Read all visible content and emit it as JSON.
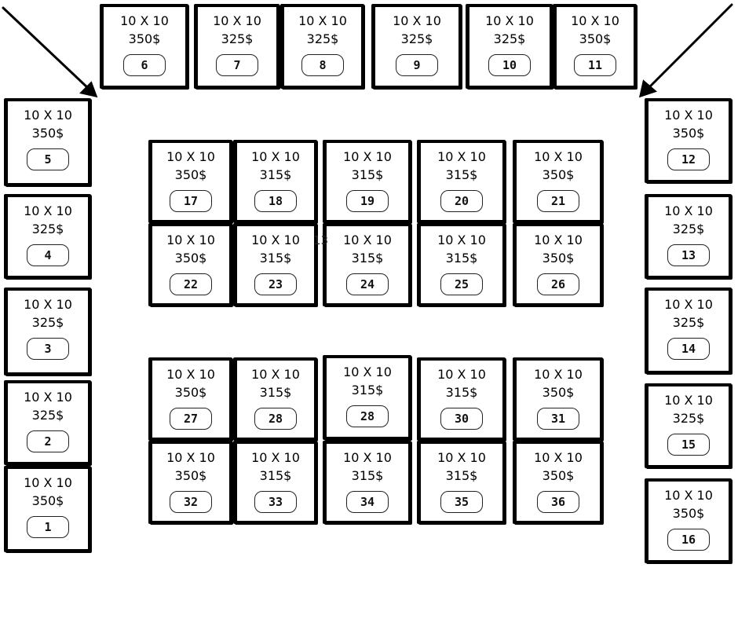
{
  "booth_size": "10 X 10",
  "booths": [
    {
      "number": "1",
      "price": "350$"
    },
    {
      "number": "2",
      "price": "325$"
    },
    {
      "number": "3",
      "price": "325$"
    },
    {
      "number": "4",
      "price": "325$"
    },
    {
      "number": "5",
      "price": "350$"
    },
    {
      "number": "6",
      "price": "350$"
    },
    {
      "number": "7",
      "price": "325$"
    },
    {
      "number": "8",
      "price": "325$"
    },
    {
      "number": "9",
      "price": "325$"
    },
    {
      "number": "10",
      "price": "325$"
    },
    {
      "number": "11",
      "price": "350$"
    },
    {
      "number": "12",
      "price": "350$"
    },
    {
      "number": "13",
      "price": "325$"
    },
    {
      "number": "14",
      "price": "325$"
    },
    {
      "number": "15",
      "price": "325$"
    },
    {
      "number": "16",
      "price": "350$"
    },
    {
      "number": "17",
      "price": "350$"
    },
    {
      "number": "18",
      "price": "315$"
    },
    {
      "number": "19",
      "price": "315$"
    },
    {
      "number": "20",
      "price": "315$"
    },
    {
      "number": "21",
      "price": "350$"
    },
    {
      "number": "22",
      "price": "350$"
    },
    {
      "number": "23",
      "price": "315$"
    },
    {
      "number": "24",
      "price": "315$"
    },
    {
      "number": "25",
      "price": "315$"
    },
    {
      "number": "26",
      "price": "350$"
    },
    {
      "number": "27",
      "price": "350$"
    },
    {
      "number": "28",
      "price": "315$"
    },
    {
      "number": "28",
      "price": "315$"
    },
    {
      "number": "30",
      "price": "315$"
    },
    {
      "number": "31",
      "price": "350$"
    },
    {
      "number": "32",
      "price": "350$"
    },
    {
      "number": "33",
      "price": "315$"
    },
    {
      "number": "34",
      "price": "315$"
    },
    {
      "number": "35",
      "price": "315$"
    },
    {
      "number": "36",
      "price": "350$"
    }
  ],
  "stray_label": "13"
}
